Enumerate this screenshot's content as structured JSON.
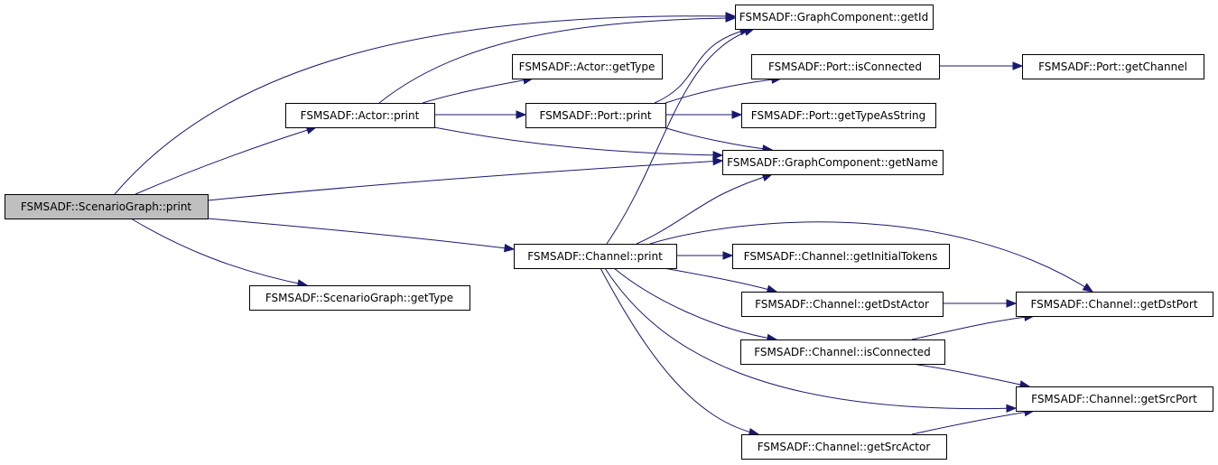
{
  "diagram": {
    "type": "call-graph",
    "edge_color": "#191970",
    "root_fill": "#bfbfbf",
    "nodes": [
      {
        "id": "sg_print",
        "label": "FSMSADF::ScenarioGraph::print",
        "root": true
      },
      {
        "id": "actor_print",
        "label": "FSMSADF::Actor::print"
      },
      {
        "id": "sg_gettype",
        "label": "FSMSADF::ScenarioGraph::getType"
      },
      {
        "id": "chan_print",
        "label": "FSMSADF::Channel::print"
      },
      {
        "id": "actor_gettype",
        "label": "FSMSADF::Actor::getType"
      },
      {
        "id": "port_print",
        "label": "FSMSADF::Port::print"
      },
      {
        "id": "gc_getid",
        "label": "FSMSADF::GraphComponent::getId"
      },
      {
        "id": "port_isconnected",
        "label": "FSMSADF::Port::isConnected"
      },
      {
        "id": "port_gettypeasstring",
        "label": "FSMSADF::Port::getTypeAsString"
      },
      {
        "id": "gc_getname",
        "label": "FSMSADF::GraphComponent::getName"
      },
      {
        "id": "port_getchannel",
        "label": "FSMSADF::Port::getChannel"
      },
      {
        "id": "chan_getinitialtokens",
        "label": "FSMSADF::Channel::getInitialTokens"
      },
      {
        "id": "chan_getdstactor",
        "label": "FSMSADF::Channel::getDstActor"
      },
      {
        "id": "chan_isconnected",
        "label": "FSMSADF::Channel::isConnected"
      },
      {
        "id": "chan_getsrcactor",
        "label": "FSMSADF::Channel::getSrcActor"
      },
      {
        "id": "chan_getdstport",
        "label": "FSMSADF::Channel::getDstPort"
      },
      {
        "id": "chan_getsrcport",
        "label": "FSMSADF::Channel::getSrcPort"
      }
    ],
    "edges": [
      {
        "from": "sg_print",
        "to": "gc_getid"
      },
      {
        "from": "sg_print",
        "to": "actor_print"
      },
      {
        "from": "sg_print",
        "to": "gc_getname"
      },
      {
        "from": "sg_print",
        "to": "chan_print"
      },
      {
        "from": "sg_print",
        "to": "sg_gettype"
      },
      {
        "from": "actor_print",
        "to": "gc_getid"
      },
      {
        "from": "actor_print",
        "to": "actor_gettype"
      },
      {
        "from": "actor_print",
        "to": "port_print"
      },
      {
        "from": "actor_print",
        "to": "gc_getname"
      },
      {
        "from": "port_print",
        "to": "gc_getid"
      },
      {
        "from": "port_print",
        "to": "port_isconnected"
      },
      {
        "from": "port_print",
        "to": "port_gettypeasstring"
      },
      {
        "from": "port_print",
        "to": "gc_getname"
      },
      {
        "from": "port_isconnected",
        "to": "port_getchannel"
      },
      {
        "from": "chan_print",
        "to": "gc_getid"
      },
      {
        "from": "chan_print",
        "to": "gc_getname"
      },
      {
        "from": "chan_print",
        "to": "chan_getdstport"
      },
      {
        "from": "chan_print",
        "to": "chan_getinitialtokens"
      },
      {
        "from": "chan_print",
        "to": "chan_getdstactor"
      },
      {
        "from": "chan_print",
        "to": "chan_isconnected"
      },
      {
        "from": "chan_print",
        "to": "chan_getsrcport"
      },
      {
        "from": "chan_print",
        "to": "chan_getsrcactor"
      },
      {
        "from": "chan_getdstactor",
        "to": "chan_getdstport"
      },
      {
        "from": "chan_isconnected",
        "to": "chan_getdstport"
      },
      {
        "from": "chan_isconnected",
        "to": "chan_getsrcport"
      },
      {
        "from": "chan_getsrcactor",
        "to": "chan_getsrcport"
      }
    ]
  }
}
